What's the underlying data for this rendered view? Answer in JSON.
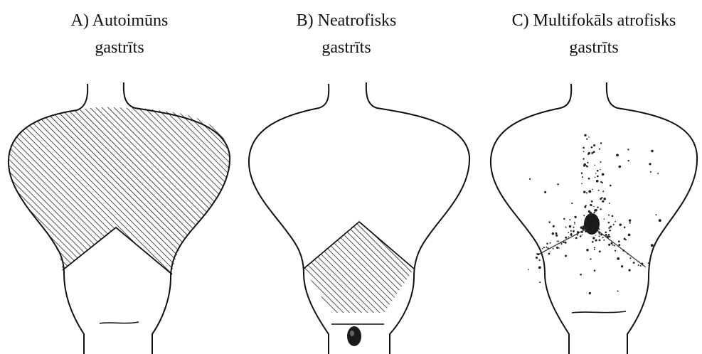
{
  "panels": [
    {
      "label_line1": "A) Autoimūns",
      "label_line2": "gastrīts"
    },
    {
      "label_line1": "B) Neatrofisks",
      "label_line2": "gastrīts"
    },
    {
      "label_line1": "C) Multifokāls atrofisks",
      "label_line2": "gastrīts"
    }
  ],
  "colors": {
    "outline": "#111111",
    "hatch": "#222222",
    "lesion": "#1a1a1a"
  }
}
